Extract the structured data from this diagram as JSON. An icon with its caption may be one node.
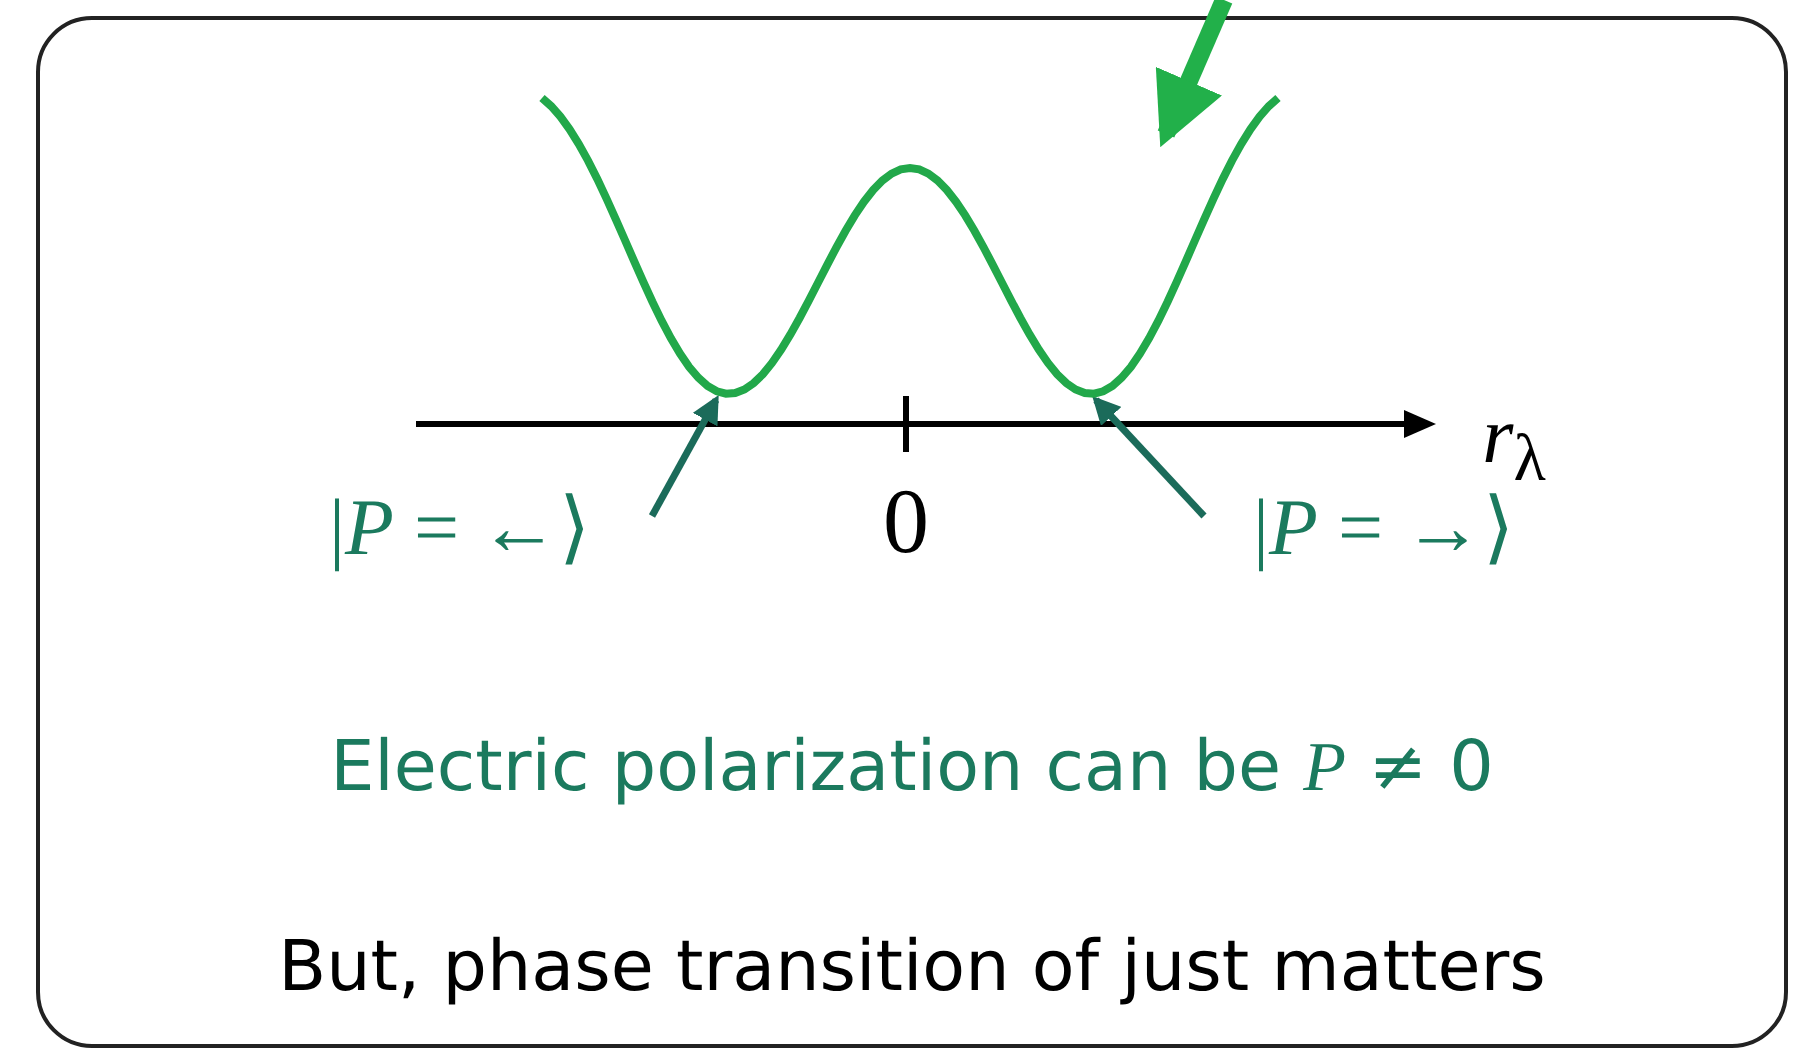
{
  "diagram": {
    "nodes": [
      {
        "text": [
          "Electric polarization can be *P* ≠ 0",
          "But, phase transition of just matters"
        ]
      },
      {
        "text": [
          "|*P* = ←⟩"
        ],
        "in": 0
      },
      {
        "text": [
          "|*P* = →⟩"
        ],
        "in": 0
      },
      {
        "text": [],
        "shape": "curve",
        "in": 0
      }
    ],
    "edges": [
      {
        "from": 1,
        "to": 3,
        "arrow": "to"
      },
      {
        "from": 2,
        "to": 3,
        "arrow": "to"
      },
      {
        "from": null,
        "to": 3,
        "arrow": "to",
        "style": "thick",
        "color": "#22b04a"
      }
    ],
    "labels": [
      "0",
      "*r*$_{λ}$"
    ]
  }
}
